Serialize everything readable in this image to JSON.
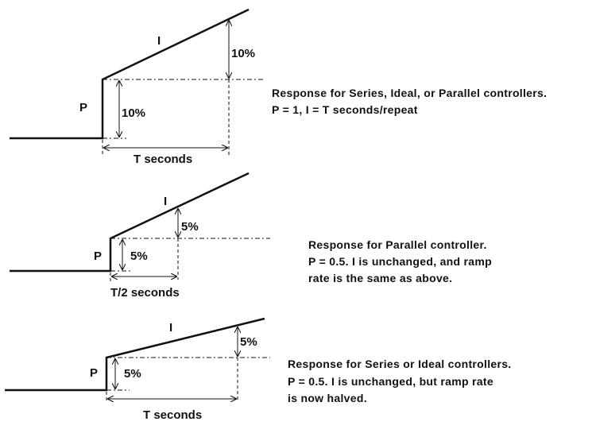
{
  "colors": {
    "line": "#111111",
    "background": "#ffffff"
  },
  "panels": [
    {
      "label_i": "I",
      "label_p": "P",
      "p_step": "10%",
      "i_rise": "10%",
      "time_label": "T seconds",
      "caption": [
        "Response for Series, Ideal, or Parallel controllers.",
        "P = 1, I = T seconds/repeat"
      ]
    },
    {
      "label_i": "I",
      "label_p": "P",
      "p_step": "5%",
      "i_rise": "5%",
      "time_label": "T/2 seconds",
      "caption": [
        "Response for Parallel controller.",
        "P = 0.5.  I is unchanged, and ramp",
        "rate is the same as above."
      ]
    },
    {
      "label_i": "I",
      "label_p": "P",
      "p_step": "5%",
      "i_rise": "5%",
      "time_label": "T seconds",
      "caption": [
        "Response for Series or Ideal controllers.",
        "P = 0.5.  I is unchanged, but ramp rate",
        "is now halved."
      ]
    }
  ]
}
